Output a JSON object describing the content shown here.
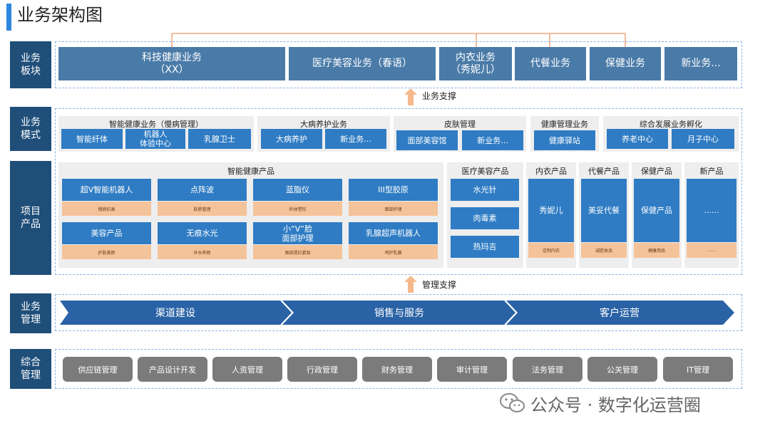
{
  "title": "业务架构图",
  "row_labels": {
    "segments": [
      "业务",
      "板块"
    ],
    "models": [
      "业务",
      "模式"
    ],
    "products": [
      "项目",
      "产品"
    ],
    "management": [
      "业务",
      "管理"
    ],
    "general": [
      "综合",
      "管理"
    ]
  },
  "segments": [
    {
      "lines": [
        "科技健康业务",
        "（XX）"
      ]
    },
    {
      "lines": [
        "医疗美容业务（春语）"
      ]
    },
    {
      "lines": [
        "内衣业务",
        "（秀妮儿）"
      ]
    },
    {
      "lines": [
        "代餐业务"
      ]
    },
    {
      "lines": [
        "保健业务"
      ]
    },
    {
      "lines": [
        "新业务..."
      ]
    }
  ],
  "support_business": "业务支撑",
  "support_management": "管理支撑",
  "models": [
    {
      "title": "智能健康业务（慢病管理）",
      "items": [
        [
          "智能纤体"
        ],
        [
          "机器人",
          "体验中心"
        ],
        [
          "乳腺卫士"
        ]
      ]
    },
    {
      "title": "大病养护业务",
      "items": [
        [
          "大病养护"
        ],
        [
          "新业务..."
        ]
      ]
    },
    {
      "title": "皮肤管理",
      "items": [
        [
          "面部美容馆"
        ],
        [
          "新业务..."
        ]
      ]
    },
    {
      "title": "健康管理业务",
      "items": [
        [
          "健康驿站"
        ]
      ]
    },
    {
      "title": "综合发展业务孵化",
      "items": [
        [
          "养老中心"
        ],
        [
          "月子中心"
        ]
      ]
    }
  ],
  "smart_products": {
    "title": "智能健康产品",
    "items": [
      {
        "name": [
          "超V智能机器人"
        ],
        "tag": "慢病抗衰"
      },
      {
        "name": [
          "点阵波"
        ],
        "tag": "肤质管理"
      },
      {
        "name": [
          "蓝脂仪"
        ],
        "tag": "纤体塑形"
      },
      {
        "name": [
          "III型胶原"
        ],
        "tag": "面部护理"
      },
      {
        "name": [
          "美容产品"
        ],
        "tag": "护肤美颜"
      },
      {
        "name": [
          "无痕水光"
        ],
        "tag": "补水养颜"
      },
      {
        "name": [
          "小“V”脸",
          "面部护理"
        ],
        "tag": "面部提拉紧致"
      },
      {
        "name": [
          "乳腺超声机器人"
        ],
        "tag": "呵护乳腺"
      }
    ]
  },
  "medical_products": {
    "title": "医疗美容产品",
    "items": [
      "水光针",
      "肉毒素",
      "热玛吉"
    ]
  },
  "category_products": [
    {
      "title": "内衣产品",
      "name": "秀妮儿",
      "tag": "定制内衣"
    },
    {
      "title": "代餐产品",
      "name": "美妥代餐",
      "tag": "减肥食品"
    },
    {
      "title": "保健产品",
      "name": "保健产品",
      "tag": "健康用品"
    },
    {
      "title": "新产品",
      "name": "......",
      "tag": "......"
    }
  ],
  "process_steps": [
    "渠道建设",
    "销售与服务",
    "客户运营"
  ],
  "general_mgmt": [
    "供应链管理",
    "产品设计开发",
    "人资管理",
    "行政管理",
    "财务管理",
    "审计管理",
    "法务管理",
    "公关管理",
    "IT管理"
  ],
  "watermark": "公众号 · 数字化运营圈",
  "colors": {
    "navy": "#1f4e79",
    "segment": "#4a7ba8",
    "blue": "#2f7cc4",
    "peach": "#f5c39a",
    "gray": "#7b7b7b",
    "orange_line": "#f0a77a"
  }
}
